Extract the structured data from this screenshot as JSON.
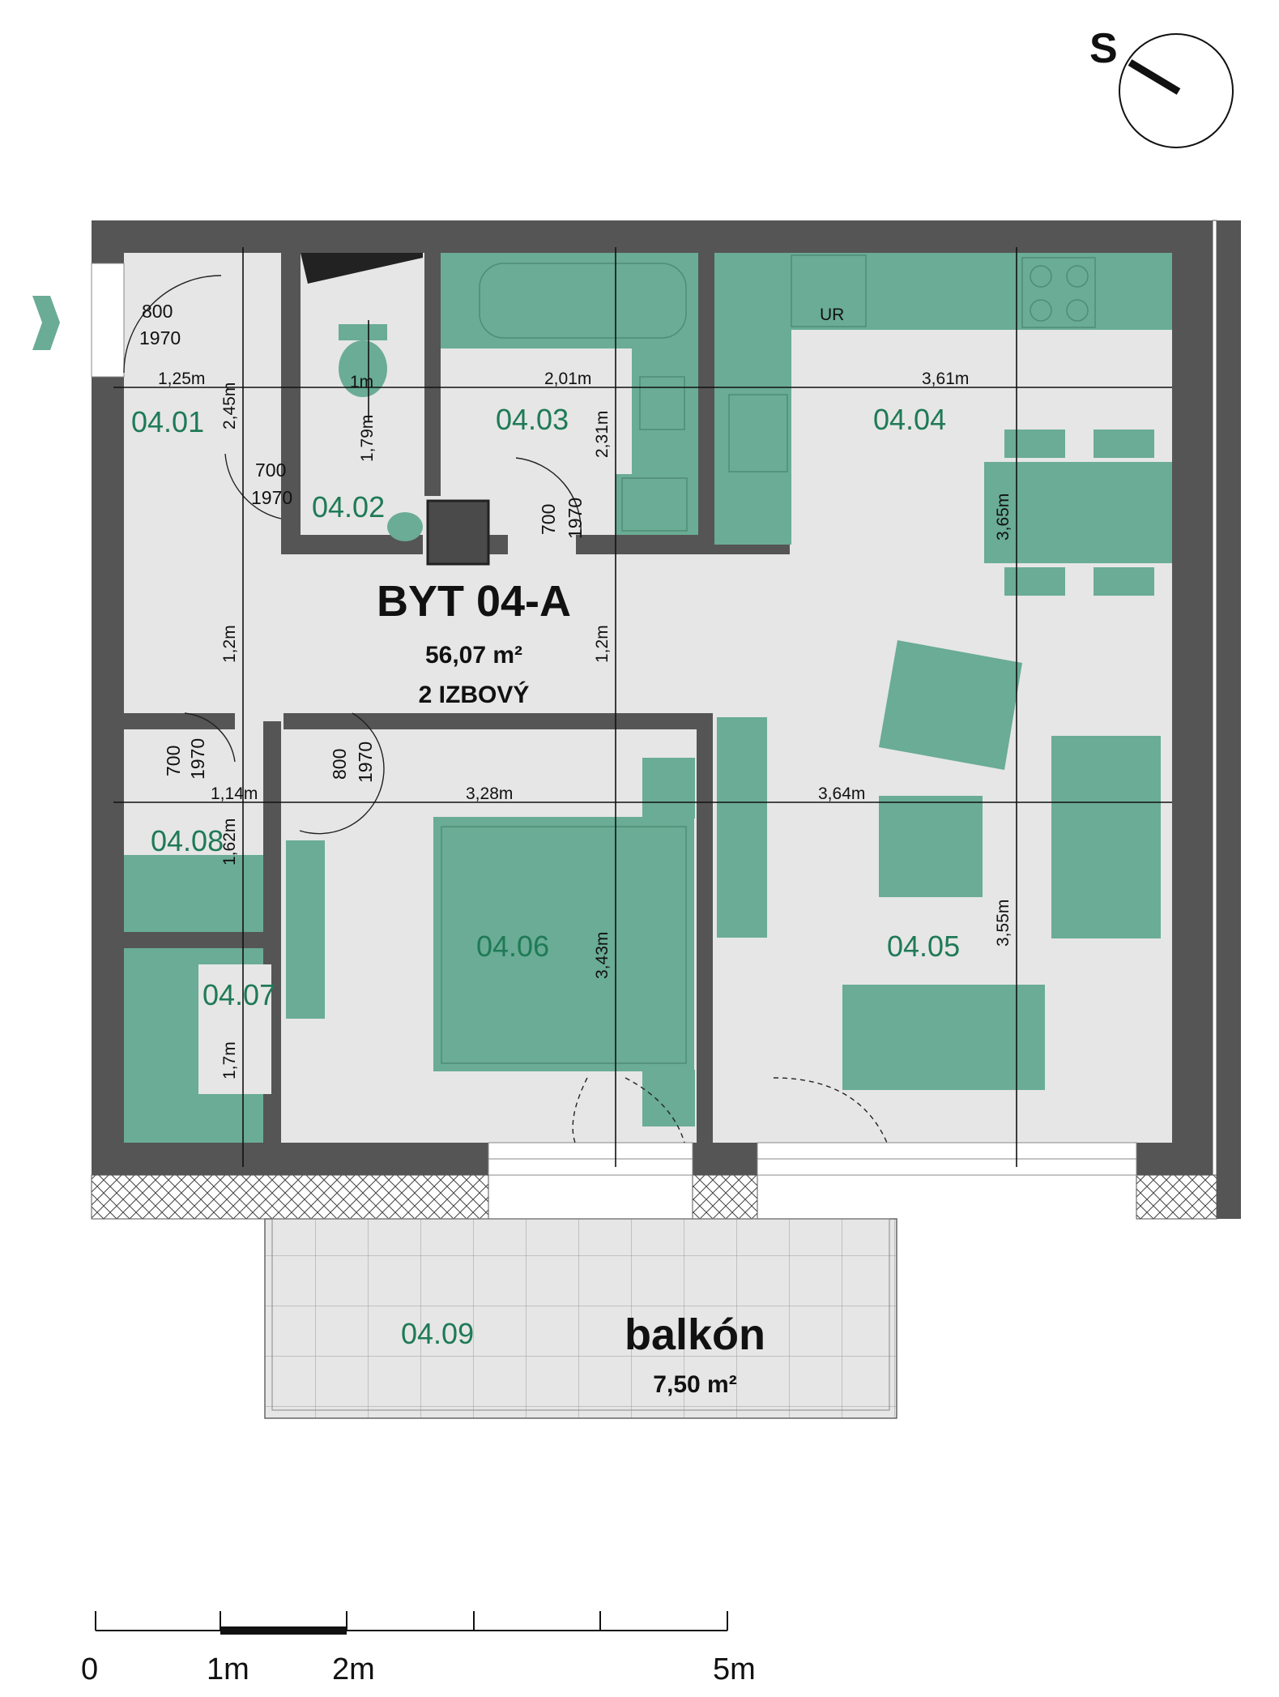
{
  "apartment": {
    "title": "BYT 04-A",
    "area": "56,07 m²",
    "type": "2 IZBOVÝ"
  },
  "balcony": {
    "title": "balkón",
    "area": "7,50 m²",
    "id": "04.09"
  },
  "compass": {
    "letter": "S"
  },
  "rooms": {
    "r01": "04.01",
    "r02": "04.02",
    "r03": "04.03",
    "r04": "04.04",
    "r05": "04.05",
    "r06": "04.06",
    "r07": "04.07",
    "r08": "04.08"
  },
  "kitchen": {
    "unit_label": "UR"
  },
  "dimensions": {
    "d_125": "1,25m",
    "d_1m": "1m",
    "d_201": "2,01m",
    "d_361": "3,61m",
    "d_245": "2,45m",
    "d_179": "1,79m",
    "d_231": "2,31m",
    "d_365": "3,65m",
    "d_12a": "1,2m",
    "d_12b": "1,2m",
    "d_114": "1,14m",
    "d_328": "3,28m",
    "d_364": "3,64m",
    "d_162": "1,62m",
    "d_343": "3,43m",
    "d_355": "3,55m",
    "d_17": "1,7m"
  },
  "doors": {
    "entry_w": "800",
    "entry_h": "1970",
    "wc_w": "700",
    "wc_h": "1970",
    "bath_w": "700",
    "bath_h": "1970",
    "closet_w": "700",
    "closet_h": "1970",
    "bed_w": "800",
    "bed_h": "1970"
  },
  "scale": {
    "labels": [
      "0",
      "1m",
      "2m",
      "5m"
    ]
  }
}
